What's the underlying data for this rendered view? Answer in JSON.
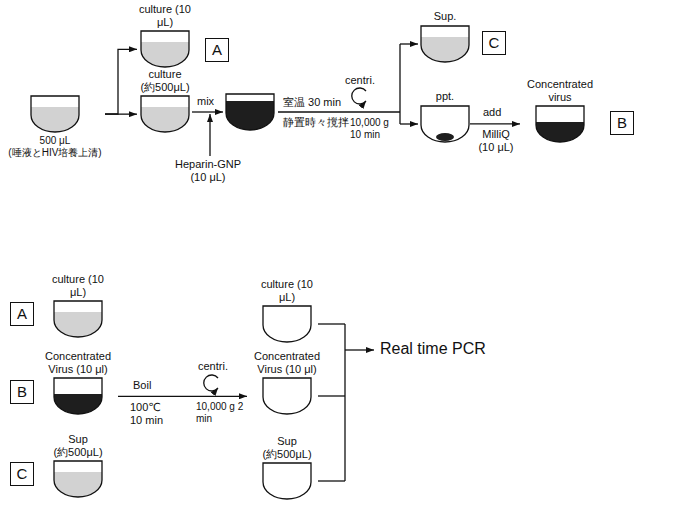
{
  "diagram": {
    "nodes": [
      {
        "text": [
          "500 μL (唾液とHIV培養上清)"
        ]
      },
      {
        "text": [
          "culture (10 μL)"
        ]
      },
      {
        "text": [
          "A"
        ]
      },
      {
        "text": [
          "culture (約500μL)"
        ]
      },
      {
        "text": [
          "Sup."
        ]
      },
      {
        "text": [
          "C"
        ]
      },
      {
        "text": [
          "ppt."
        ]
      },
      {
        "text": [
          "Concentrated virus"
        ]
      },
      {
        "text": [
          "B"
        ]
      },
      {
        "text": [
          "A"
        ]
      },
      {
        "text": [
          "culture (10 μL)"
        ]
      },
      {
        "text": [
          "B"
        ]
      },
      {
        "text": [
          "Concentrated Virus (10 μl)"
        ]
      },
      {
        "text": [
          "C"
        ]
      },
      {
        "text": [
          "Sup (約500μL)"
        ]
      },
      {
        "text": [
          "culture (10 μL)"
        ]
      },
      {
        "text": [
          "Concentrated Virus (10 μl)"
        ]
      },
      {
        "text": [
          "Sup (約500μL)"
        ]
      }
    ],
    "edges": [
      {
        "from": 0,
        "to": 1,
        "arrow": "to"
      },
      {
        "from": 0,
        "to": 3,
        "arrow": "to"
      },
      {
        "from": 6,
        "to": 7,
        "label": "add",
        "arrow": "to"
      },
      {
        "from": 12,
        "to": 16,
        "label": "Boil",
        "arrow": "to"
      }
    ],
    "labels": [
      "Heparin-GNP (10 μL)",
      "mix",
      "室温 30 min",
      "静置時々撹拌",
      "centri.",
      "10,000 g 10 min",
      "MilliQ (10 μL)",
      "100℃ 10 min",
      "centri.",
      "10,000 g 2 min",
      "Real time PCR"
    ]
  }
}
